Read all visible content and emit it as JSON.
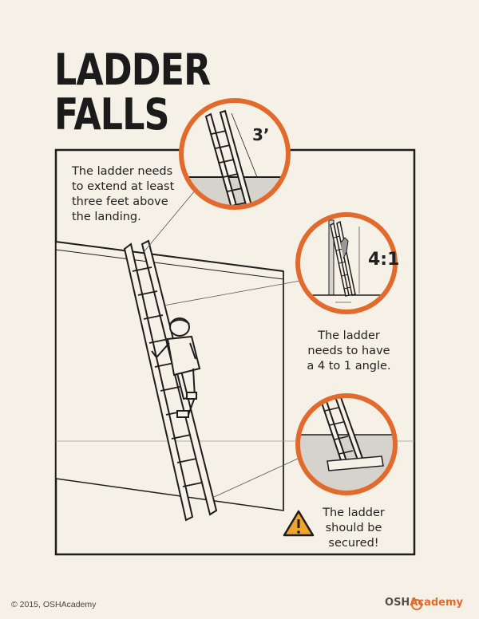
{
  "title": {
    "line1": "LADDER",
    "line2": "FALLS"
  },
  "callouts": {
    "extend": [
      "The ladder needs",
      "to extend at least",
      "three feet above",
      "the landing."
    ],
    "angle": [
      "The ladder",
      "needs to have",
      "a 4 to 1 angle."
    ],
    "secured": [
      "The ladder",
      "should be",
      "secured!"
    ]
  },
  "labels": {
    "height": "3’",
    "ratio": "4:1"
  },
  "footer": {
    "copyright": "© 2015, OSHAcademy",
    "brand_a": "OSH",
    "brand_b": "Academy"
  },
  "colors": {
    "accent": "#e36a2d",
    "frame": "#1d1d1d",
    "background": "#f6f1e6",
    "wall": "#d6d3cc"
  },
  "icons": [
    "warning-triangle-icon"
  ]
}
